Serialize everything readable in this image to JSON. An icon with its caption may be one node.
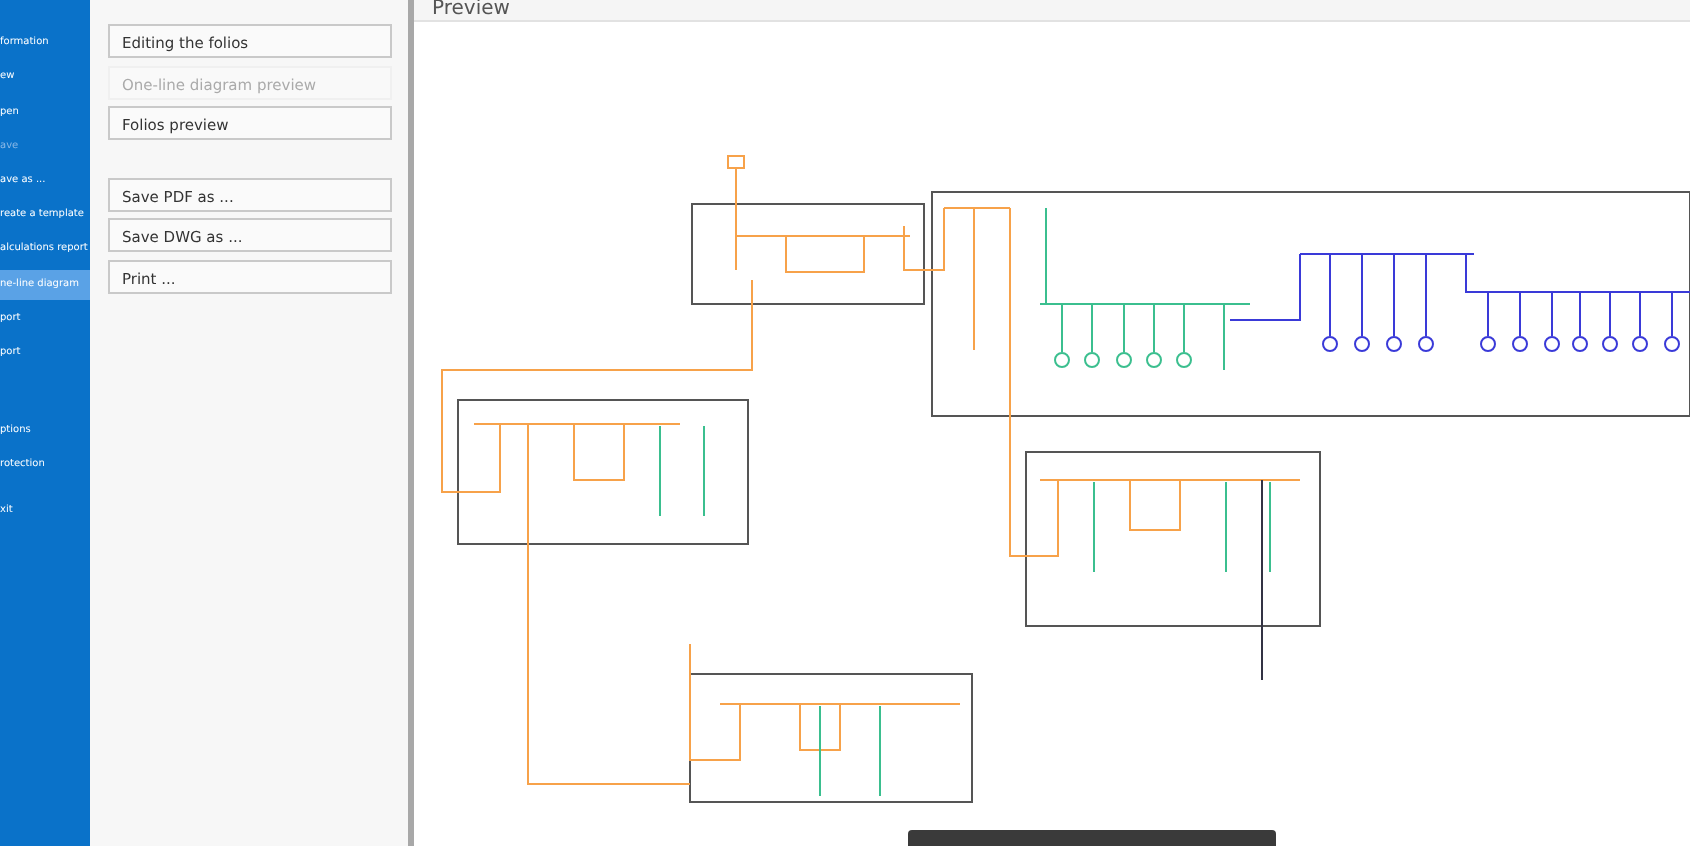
{
  "diagram": {
    "labels": [
      "formation",
      "ew",
      "pen",
      "ave",
      "ave as ...",
      "reate a template",
      "alculations report",
      "ne-line diagram",
      "port",
      "port",
      "ptions",
      "rotection",
      "xit",
      "Editing the folios",
      "One-line diagram preview",
      "Folios preview",
      "Save PDF as ...",
      "Save DWG as ...",
      "Print ...",
      "Preview"
    ]
  }
}
